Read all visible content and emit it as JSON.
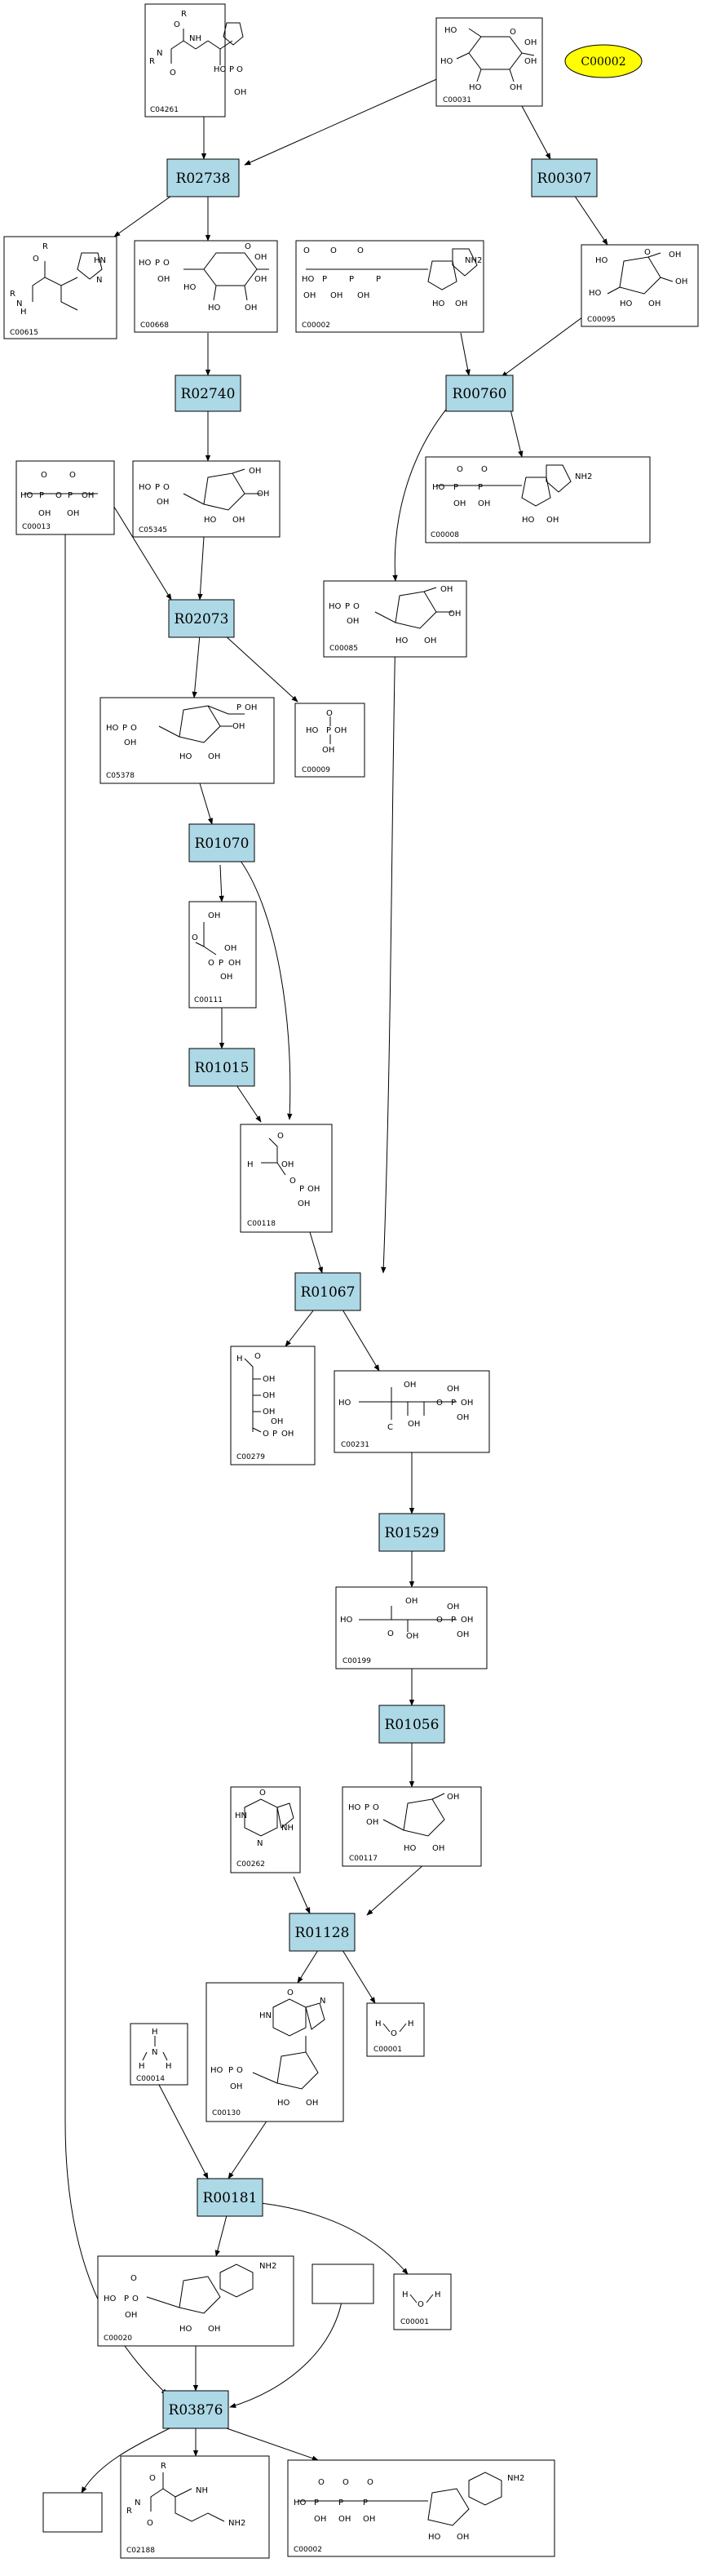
{
  "highlight": {
    "label": "C00002",
    "color": "#ffff00"
  },
  "reaction_fill": "#add8e6",
  "reactions": {
    "R02738": "R02738",
    "R00307": "R00307",
    "R02740": "R02740",
    "R00760": "R00760",
    "R02073": "R02073",
    "R01070": "R01070",
    "R01015": "R01015",
    "R01067": "R01067",
    "R01529": "R01529",
    "R01056": "R01056",
    "R01128": "R01128",
    "R00181": "R00181",
    "R03876": "R03876"
  },
  "compounds": {
    "C04261": "C04261",
    "C00031": "C00031",
    "C00615": "C00615",
    "C00668": "C00668",
    "C00002a": "C00002",
    "C00095": "C00095",
    "C00013": "C00013",
    "C05345": "C05345",
    "C00008": "C00008",
    "C00085": "C00085",
    "C05378": "C05378",
    "C00009": "C00009",
    "C00111": "C00111",
    "C00118": "C00118",
    "C00279": "C00279",
    "C00231": "C00231",
    "C00199": "C00199",
    "C00262": "C00262",
    "C00117": "C00117",
    "C00014": "C00014",
    "C00130": "C00130",
    "C00001a": "C00001",
    "C00020": "C00020",
    "C00001b": "C00001",
    "C02188": "C02188",
    "C00002b": "C00002"
  },
  "atoms": {
    "OH": "OH",
    "HO": "HO",
    "O": "O",
    "P": "P",
    "N": "N",
    "NH": "NH",
    "NH2": "NH2",
    "R": "R",
    "H": "H",
    "HN": "HN",
    "C": "C"
  }
}
